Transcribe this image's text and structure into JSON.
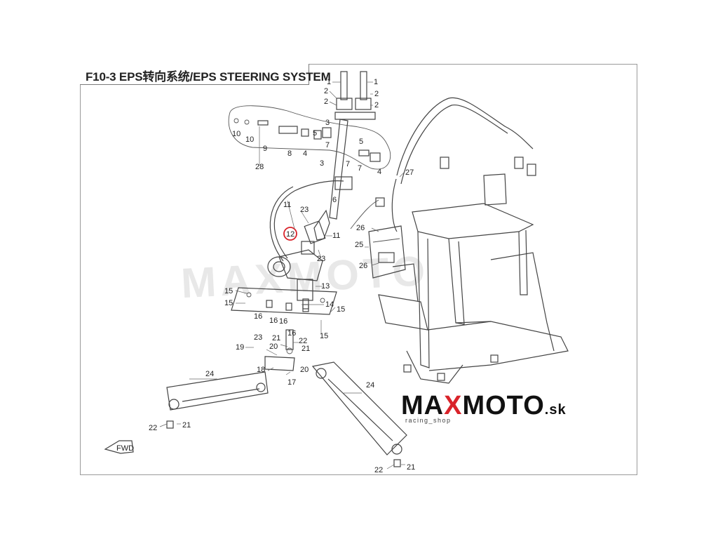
{
  "title": "F10-3 EPS转向系统/EPS STEERING SYSTEM",
  "logo": {
    "max": "MA",
    "x": "X",
    "moto": "MOTO",
    "sk": ".sk",
    "tagline": "racing_shop"
  },
  "watermark": "MAXMOTO",
  "fwd_label": "FWD",
  "highlight_color": "#d9232a",
  "brand_red": "#d9232a",
  "callouts": {
    "c1a": "1",
    "c1b": "1",
    "c2a": "2",
    "c2b": "2",
    "c2c": "2",
    "c2d": "2",
    "c3a": "3",
    "c3b": "3",
    "c5a": "5",
    "c5b": "5",
    "c7a": "7",
    "c7b": "7",
    "c7c": "7",
    "c4a": "4",
    "c4b": "4",
    "c8": "8",
    "c9": "9",
    "c10a": "10",
    "c10b": "10",
    "c28": "28",
    "c27": "27",
    "c6": "6",
    "c11a": "11",
    "c11b": "11",
    "c23a": "23",
    "c23b": "23",
    "c23c": "23",
    "c12": "12",
    "c13": "13",
    "c14": "14",
    "c15a": "15",
    "c15b": "15",
    "c15c": "15",
    "c15d": "15",
    "c16a": "16",
    "c16b": "16",
    "c16c": "16",
    "c16d": "16",
    "c25": "25",
    "c26a": "26",
    "c26b": "26",
    "c19": "19",
    "c20a": "20",
    "c20b": "20",
    "c21a": "21",
    "c21b": "21",
    "c21c": "21",
    "c21d": "21",
    "c22a": "22",
    "c22b": "22",
    "c22c": "22",
    "c17": "17",
    "c18": "18",
    "c24a": "24",
    "c24b": "24"
  }
}
